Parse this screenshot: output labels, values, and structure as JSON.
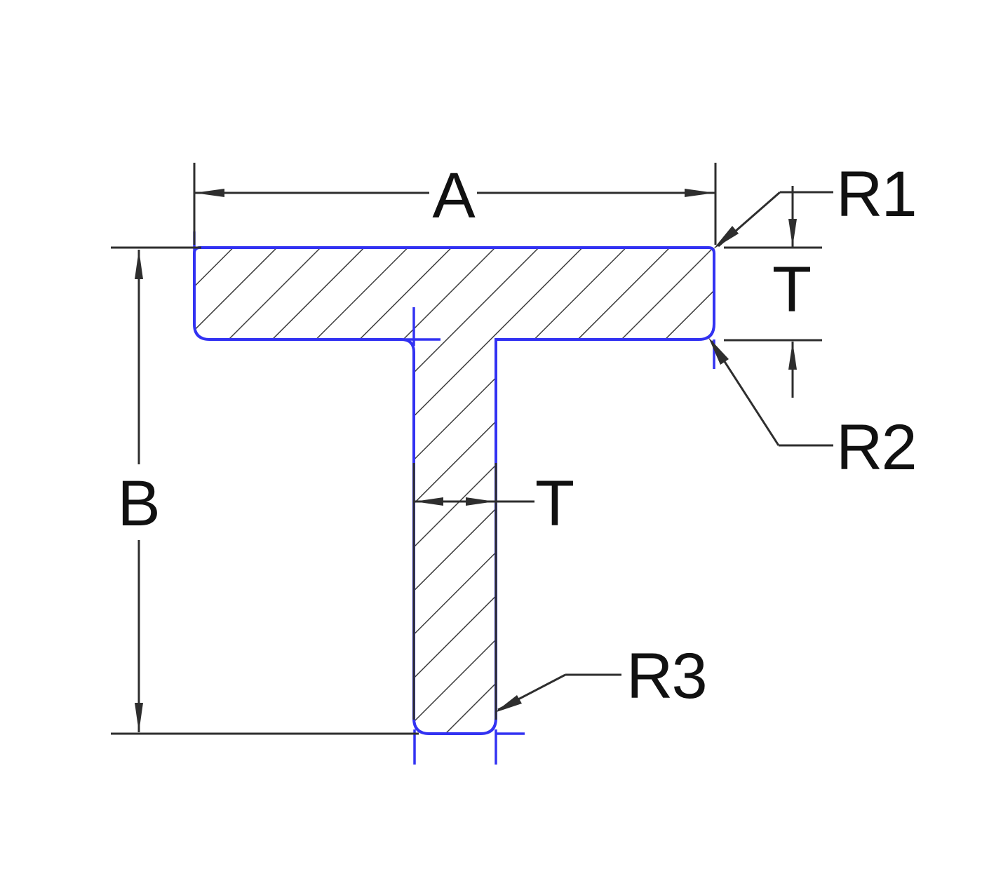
{
  "drawing": {
    "labels": {
      "dim_a": "A",
      "dim_b": "B",
      "flange_thickness": "T",
      "stem_thickness": "T",
      "radius_r1": "R1",
      "radius_r2": "R2",
      "radius_r3": "R3"
    },
    "colors": {
      "profile": "#3232f2",
      "hatch": "#3c3c3c",
      "dim": "#2e2e2e",
      "text": "#111111",
      "bg": "#ffffff"
    }
  }
}
